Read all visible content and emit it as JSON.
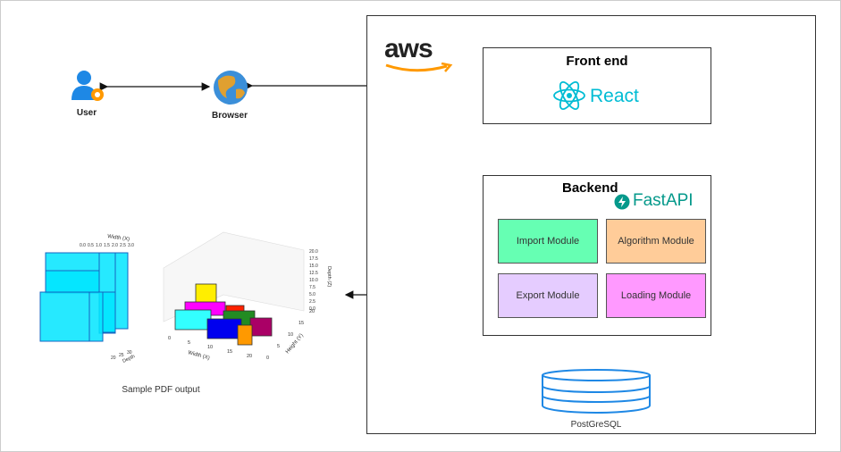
{
  "actors": {
    "user": "User",
    "browser": "Browser"
  },
  "cloud": {
    "provider": "aws"
  },
  "frontend": {
    "title": "Front end",
    "framework": "React"
  },
  "backend": {
    "title": "Backend",
    "framework": "FastAPI",
    "modules": [
      {
        "label": "Import Module",
        "color": "#66ffb3"
      },
      {
        "label": "Algorithm Module",
        "color": "#ffcc99"
      },
      {
        "label": "Export Module",
        "color": "#e5ccff"
      },
      {
        "label": "Loading Module",
        "color": "#ff99ff"
      }
    ]
  },
  "database": {
    "label": "PostGreSQL"
  },
  "sample": {
    "caption": "Sample PDF output",
    "plot1": {
      "x_label": "Width (X)",
      "x_ticks": [
        "0.0",
        "0.5",
        "1.0",
        "1.5",
        "2.0",
        "2.5",
        "3.0"
      ],
      "depth_label": "Depth",
      "depth_ticks": [
        "20",
        "25",
        "30"
      ]
    },
    "plot2": {
      "z_label": "Depth (Z)",
      "z_ticks": [
        "0.0",
        "2.5",
        "5.0",
        "7.5",
        "10.0",
        "12.5",
        "15.0",
        "17.5",
        "20.0"
      ],
      "x_label": "Width (X)",
      "x_ticks": [
        "0",
        "5",
        "10",
        "15",
        "20"
      ],
      "y_label": "Height (Y)",
      "y_ticks": [
        "0",
        "5",
        "10",
        "15",
        "20"
      ]
    }
  },
  "colors": {
    "react": "#00bcd4",
    "fastapi": "#05998b",
    "aws_orange": "#ff9900",
    "db_blue": "#1e88e5"
  }
}
